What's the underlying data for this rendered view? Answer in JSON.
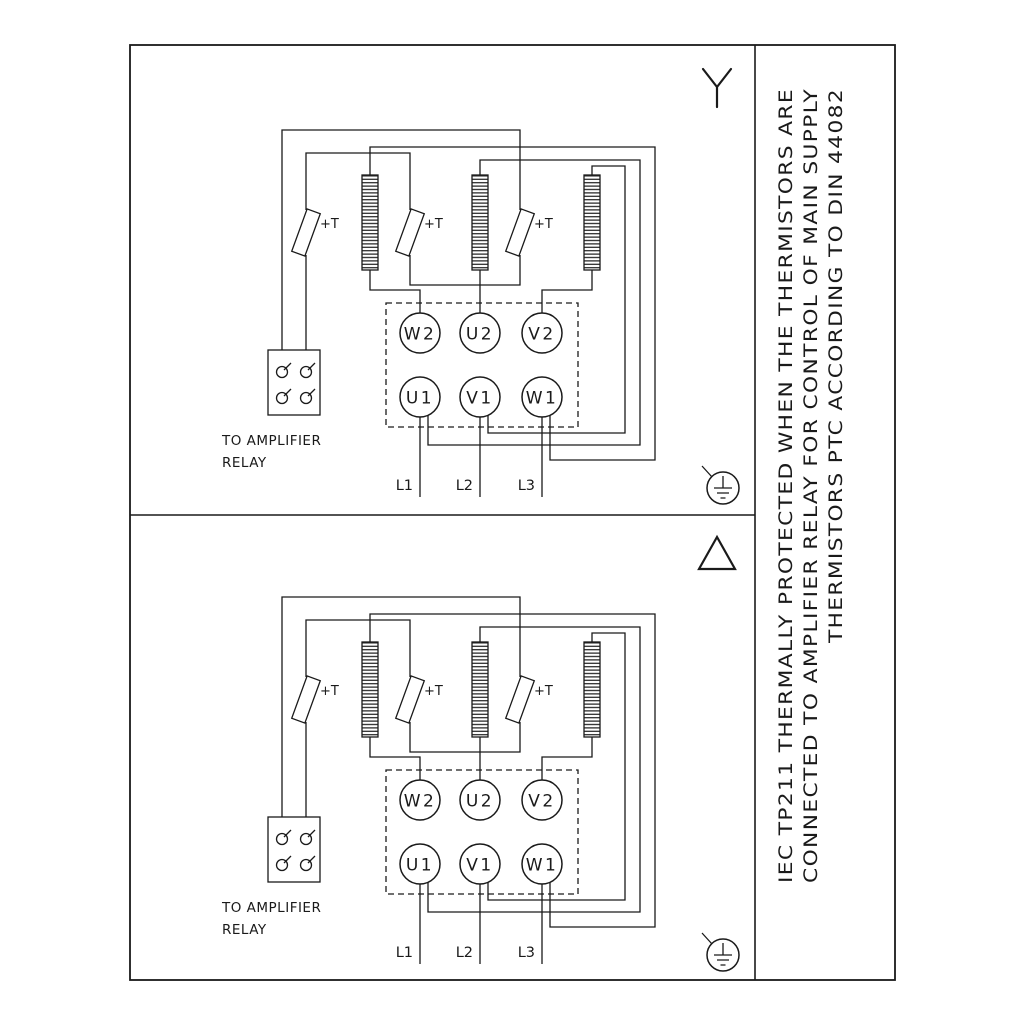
{
  "side_note": {
    "lines": [
      "IEC TP211 THERMALLY PROTECTED WHEN THE THERMISTORS ARE",
      "CONNECTED TO AMPLIFIER RELAY FOR CONTROL OF MAIN SUPPLY",
      "THERMISTORS PTC ACCORDING TO DIN 44082"
    ]
  },
  "panels": [
    {
      "name": "star-connection",
      "connection_symbol": "star",
      "terminals_top": [
        "W2",
        "U2",
        "V2"
      ],
      "terminals_bottom": [
        "U1",
        "V1",
        "W1"
      ],
      "thermistor_label": "+T",
      "relay_caption": [
        "TO AMPLIFIER",
        "RELAY"
      ],
      "supply_lines": [
        "L1",
        "L2",
        "L3"
      ]
    },
    {
      "name": "delta-connection",
      "connection_symbol": "delta",
      "terminals_top": [
        "W2",
        "U2",
        "V2"
      ],
      "terminals_bottom": [
        "U1",
        "V1",
        "W1"
      ],
      "thermistor_label": "+T",
      "relay_caption": [
        "TO AMPLIFIER",
        "RELAY"
      ],
      "supply_lines": [
        "L1",
        "L2",
        "L3"
      ]
    }
  ],
  "colors": {
    "line": "#1a1a1a",
    "background": "#ffffff"
  }
}
